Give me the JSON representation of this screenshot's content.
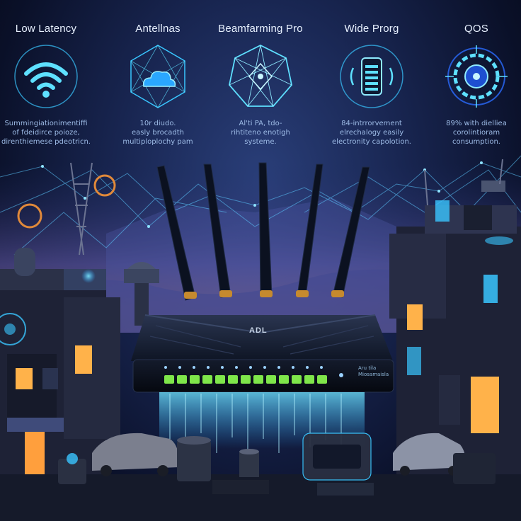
{
  "features": [
    {
      "id": "low-latency",
      "title": "Low Latency",
      "icon": "wifi-icon",
      "desc": "Summingiationimentiffi\nof fdeidirce poioze,\ndirenthiemese pdeotricn."
    },
    {
      "id": "antennas",
      "title": "Antellnas",
      "icon": "cloud-network-icon",
      "desc": "10r diudo.\neasly brocadth\nmultiploplochy pam"
    },
    {
      "id": "beamforming",
      "title": "Beamfarming Pro",
      "icon": "network-mesh-icon",
      "desc": "Al'ti PA, tdo-\nrihtiteno enotigh\nsysteme."
    },
    {
      "id": "wide-prog",
      "title": "Wide Prorg",
      "icon": "signal-device-icon",
      "desc": "84-intrrorvement\nelrechalogy easily\nelectronity capolotion."
    },
    {
      "id": "qos",
      "title": "QOS",
      "icon": "gear-circuit-icon",
      "desc": "89% with dielliea\ncorolintioram\nconsumption."
    }
  ],
  "router": {
    "brand": "ADL",
    "side_text": "Aru tila\nMiosamaisla"
  },
  "colors": {
    "accent": "#39c6ff",
    "glow": "#5ee0ff",
    "led": "#7fe64a",
    "window": "#ffb24a"
  }
}
